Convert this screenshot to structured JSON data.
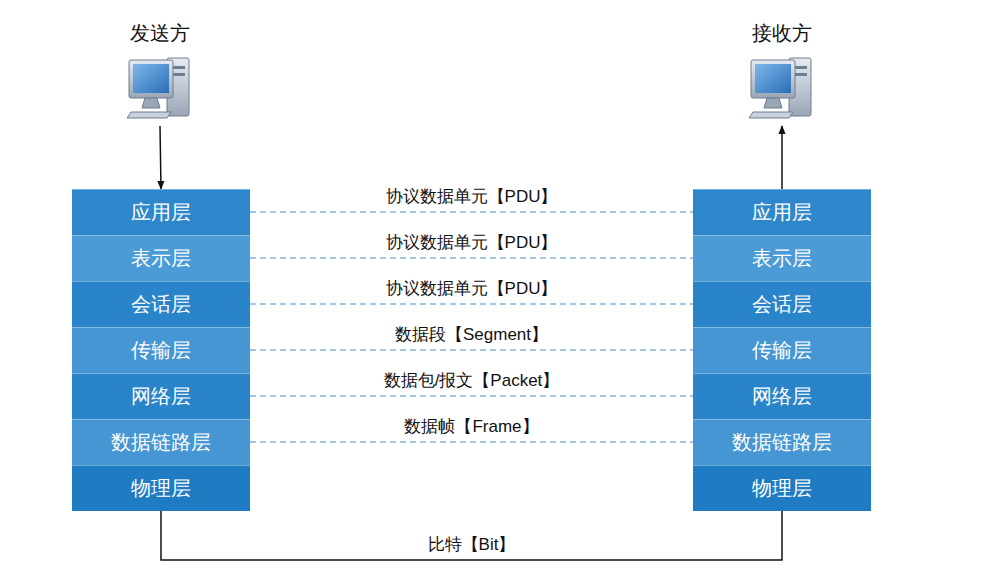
{
  "diagram": {
    "nodes": [
      {
        "text": [
          "发送方"
        ]
      },
      {
        "text": [
          "接收方"
        ]
      },
      {
        "text": [
          "应用层"
        ]
      },
      {
        "text": [
          "表示层"
        ]
      },
      {
        "text": [
          "会话层"
        ]
      },
      {
        "text": [
          "传输层"
        ]
      },
      {
        "text": [
          "网络层"
        ]
      },
      {
        "text": [
          "数据链路层"
        ]
      },
      {
        "text": [
          "物理层"
        ]
      },
      {
        "text": [
          "应用层"
        ]
      },
      {
        "text": [
          "表示层"
        ]
      },
      {
        "text": [
          "会话层"
        ]
      },
      {
        "text": [
          "传输层"
        ]
      },
      {
        "text": [
          "网络层"
        ]
      },
      {
        "text": [
          "数据链路层"
        ]
      },
      {
        "text": [
          "物理层"
        ]
      }
    ],
    "edges": [
      {
        "from": 0,
        "to": 2,
        "arrow": "to"
      },
      {
        "from": 9,
        "to": 1,
        "arrow": "to"
      },
      {
        "from": 2,
        "to": 9,
        "label": "协议数据单元【PDU】",
        "arrow": "none"
      },
      {
        "from": 3,
        "to": 10,
        "label": "协议数据单元【PDU】",
        "arrow": "none"
      },
      {
        "from": 4,
        "to": 11,
        "label": "协议数据单元【PDU】",
        "arrow": "none"
      },
      {
        "from": 5,
        "to": 12,
        "label": "数据段【Segment】",
        "arrow": "none"
      },
      {
        "from": 6,
        "to": 13,
        "label": "数据包/报文【Packet】",
        "arrow": "none"
      },
      {
        "from": 7,
        "to": 14,
        "label": "数据帧【Frame】",
        "arrow": "none"
      },
      {
        "from": 8,
        "to": 15,
        "label": "比特【Bit】",
        "arrow": "none"
      }
    ]
  }
}
